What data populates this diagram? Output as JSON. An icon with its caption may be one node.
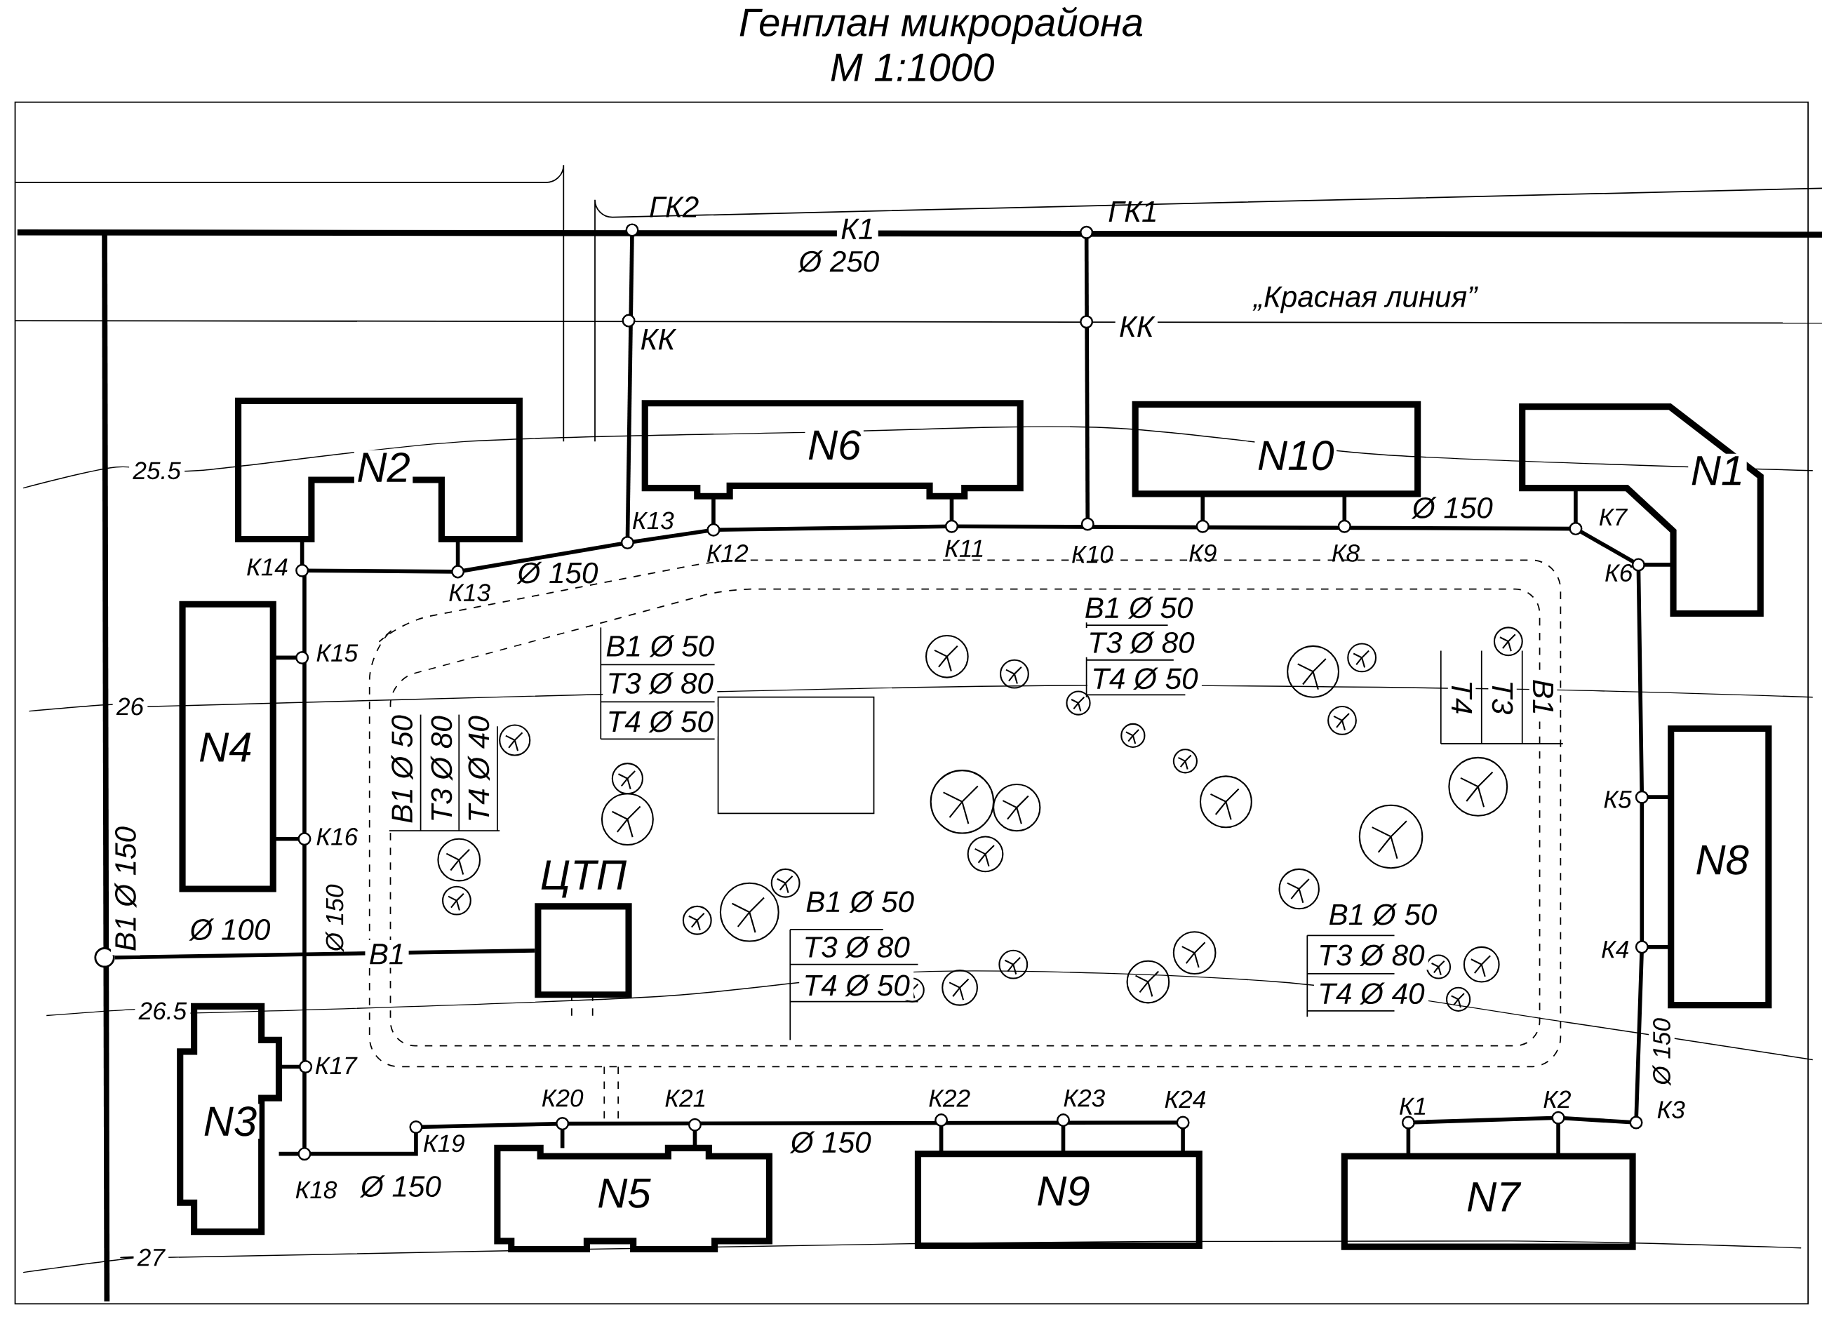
{
  "diagram": {
    "title": "Генплан микрорайона",
    "nodes": [
      {
        "text": [
          "N2"
        ]
      },
      {
        "text": [
          "N6"
        ]
      },
      {
        "text": [
          "N10"
        ]
      },
      {
        "text": [
          "N1"
        ]
      },
      {
        "text": [
          "N4"
        ]
      },
      {
        "text": [
          "N8"
        ]
      },
      {
        "text": [
          "ЦТП"
        ]
      },
      {
        "text": [],
        "shape": "circle"
      },
      {
        "text": [
          "N3"
        ]
      },
      {
        "text": [
          "N5"
        ]
      },
      {
        "text": [
          "N9"
        ]
      },
      {
        "text": [
          "N7"
        ]
      }
    ],
    "edges": [
      {
        "from": 7,
        "to": 6,
        "arrow": "none",
        "label": "В1"
      }
    ],
    "labels": [
      "М 1:1000",
      "ГК2",
      "К1",
      "ГК1",
      "Ø 250",
      "КК",
      "КК",
      "„Красная линия”",
      "25.5",
      "К13",
      "К12",
      "К11",
      "К10",
      "К9",
      "К8",
      "Ø 150",
      "К7",
      "К14",
      "К13",
      "Ø 150",
      "К6",
      "В1 Ø 50",
      "Т3 Ø 80",
      "Т4 Ø 50",
      "В1 Ø 50",
      "Т3 Ø 80",
      "Т4 Ø 50",
      "К15",
      "Т4",
      "Т3",
      "В1",
      "26",
      "В1 Ø 50",
      "Т3 Ø 80",
      "Т4 Ø 40",
      "К5",
      "К16",
      "В1 Ø 150",
      "Ø 150",
      "Ø 100",
      "В1 Ø 50",
      "Т3 Ø 80",
      "Т4 Ø 50",
      "В1 Ø 50",
      "Т3 Ø 80",
      "Т4 Ø 40",
      "К4",
      "26.5",
      "Ø 150",
      "К17",
      "К20",
      "К21",
      "К22",
      "К23",
      "К24",
      "К1",
      "К2",
      "К3",
      "К19",
      "Ø 150",
      "К18",
      "Ø 150",
      "27"
    ]
  }
}
